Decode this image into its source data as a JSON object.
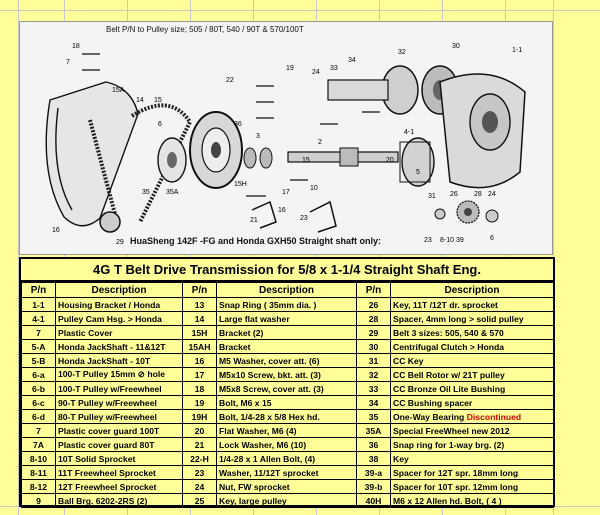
{
  "diagram": {
    "caption": "Belt P/N to Pulley size;  505 / 80T,  540 / 90T  &  570/100T",
    "footer": "HuaSheng 142F -FG and Honda GXH50 Straight shaft only:",
    "callouts": [
      "18",
      "7",
      "19",
      "22",
      "24",
      "33",
      "34",
      "32",
      "30",
      "1-1",
      "15A",
      "14",
      "15",
      "36",
      "3",
      "15H",
      "4-1",
      "6",
      "16",
      "35",
      "35A",
      "29",
      "2",
      "17",
      "16",
      "21",
      "23",
      "31",
      "26",
      "28",
      "24",
      "23",
      "8-10",
      "39",
      "6",
      "5",
      "20",
      "10",
      "15"
    ]
  },
  "table": {
    "title": "4G T Belt Drive Transmission for 5/8 x 1-1/4 Straight Shaft Eng.",
    "headers": [
      {
        "pn": "P/n",
        "desc": "Description"
      },
      {
        "pn": "P/n",
        "desc": "Description"
      },
      {
        "pn": "P/n",
        "desc": "Description"
      }
    ],
    "rows": [
      [
        {
          "pn": "1-1",
          "desc": "Housing Bracket / Honda"
        },
        {
          "pn": "13",
          "desc": "Snap Ring ( 35mm dia. )"
        },
        {
          "pn": "26",
          "desc": "Key, 11T /12T dr. sprocket"
        }
      ],
      [
        {
          "pn": "4-1",
          "desc": "Pulley Cam Hsg. > Honda"
        },
        {
          "pn": "14",
          "desc": "Large flat washer"
        },
        {
          "pn": "28",
          "desc": "Spacer, 4mm long > solid pulley"
        }
      ],
      [
        {
          "pn": "7",
          "desc": "Plastic Cover"
        },
        {
          "pn": "15H",
          "desc": "Bracket                    (2)"
        },
        {
          "pn": "29",
          "desc": "Belt  3 sizes:  505, 540 & 570"
        }
      ],
      [
        {
          "pn": "5-A",
          "desc": "Honda JackShaft - 11&12T"
        },
        {
          "pn": "15AH",
          "desc": "Bracket"
        },
        {
          "pn": "30",
          "desc": "Centrifugal Clutch > Honda"
        }
      ],
      [
        {
          "pn": "5-B",
          "desc": "Honda JackShaft - 10T"
        },
        {
          "pn": "16",
          "desc": "M5 Washer,  cover att.  (6)"
        },
        {
          "pn": "31",
          "desc": "CC Key"
        }
      ],
      [
        {
          "pn": "6-a",
          "desc": "100-T Pulley 15mm ⊘ hole"
        },
        {
          "pn": "17",
          "desc": "M5x10 Screw,  bkt. att.  (3)"
        },
        {
          "pn": "32",
          "desc": "CC Bell Rotor w/ 21T pulley"
        }
      ],
      [
        {
          "pn": "6-b",
          "desc": "100-T Pulley w/Freewheel"
        },
        {
          "pn": "18",
          "desc": "M5x8 Screw, cover att.  (3)"
        },
        {
          "pn": "33",
          "desc": "CC Bronze Oil Lite Bushing"
        }
      ],
      [
        {
          "pn": "6-c",
          "desc": "90-T Pulley w/Freewheel"
        },
        {
          "pn": "19",
          "desc": "Bolt,  M6 x 15"
        },
        {
          "pn": "34",
          "desc": "CC Bushing spacer"
        }
      ],
      [
        {
          "pn": "6-d",
          "desc": "80-T Pulley w/Freewheel"
        },
        {
          "pn": "19H",
          "desc": "Bolt,  1/4-28 x 5/8 Hex hd."
        },
        {
          "pn": "35",
          "desc": "One-Way Bearing ",
          "desc_red": "Discontinued"
        }
      ],
      [
        {
          "pn": "7",
          "desc": "Plastic cover guard 100T"
        },
        {
          "pn": "20",
          "desc": "Flat Washer,     M6        (4)"
        },
        {
          "pn": "35A",
          "desc": "Special FreeWheel  new 2012"
        }
      ],
      [
        {
          "pn": "7A",
          "desc": "Plastic cover guard  80T"
        },
        {
          "pn": "21",
          "desc": "Lock Washer,   M6        (10)"
        },
        {
          "pn": "36",
          "desc": "Snap ring for 1-way brg.   (2)"
        }
      ],
      [
        {
          "pn": "8-10",
          "desc": "10T Solid Sprocket"
        },
        {
          "pn": "22-H",
          "desc": "1/4-28 x 1  Allen Bolt,    (4)"
        },
        {
          "pn": "38",
          "desc": "Key"
        }
      ],
      [
        {
          "pn": "8-11",
          "desc": "11T Freewheel Sprocket"
        },
        {
          "pn": "23",
          "desc": "Washer, 11/12T sprocket"
        },
        {
          "pn": "39-a",
          "desc": "Spacer for 12T spr. 18mm long"
        }
      ],
      [
        {
          "pn": "8-12",
          "desc": "12T Freewheel Sprocket"
        },
        {
          "pn": "24",
          "desc": "Nut, FW sprocket"
        },
        {
          "pn": "39-b",
          "desc": "Spacer for 10T spr. 12mm long"
        }
      ],
      [
        {
          "pn": "9",
          "desc": "Ball Brg. 6202-2RS          (2)"
        },
        {
          "pn": "25",
          "desc": "Key, large pulley"
        },
        {
          "pn": "40H",
          "desc": "M6 x 12 Allen hd. Bolt,      ( 4 )"
        }
      ]
    ]
  },
  "colors": {
    "sheet": "#ffff99",
    "accent_red": "#d00000"
  }
}
